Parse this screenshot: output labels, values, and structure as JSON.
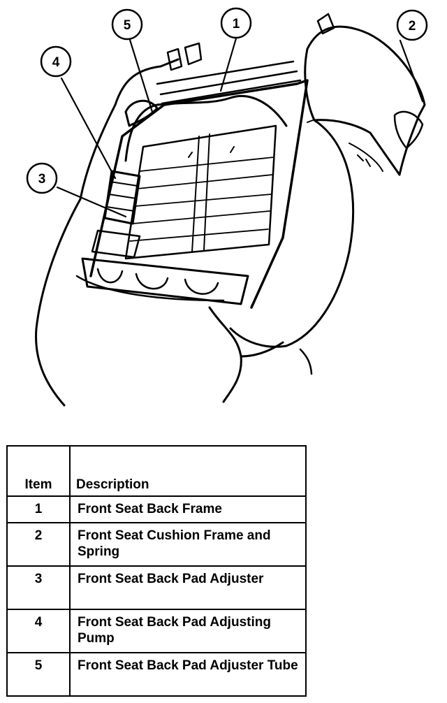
{
  "callouts": [
    {
      "id": "1",
      "label": "1"
    },
    {
      "id": "2",
      "label": "2"
    },
    {
      "id": "3",
      "label": "3"
    },
    {
      "id": "4",
      "label": "4"
    },
    {
      "id": "5",
      "label": "5"
    }
  ],
  "legend": {
    "header_item": "Item",
    "header_description": "Description",
    "rows": [
      {
        "item": "1",
        "description": "Front Seat Back Frame"
      },
      {
        "item": "2",
        "description": "Front Seat Cushion Frame and Spring"
      },
      {
        "item": "3",
        "description": "Front Seat Back Pad Adjuster"
      },
      {
        "item": "4",
        "description": "Front Seat Back Pad Adjusting Pump"
      },
      {
        "item": "5",
        "description": "Front Seat Back Pad Adjuster Tube"
      }
    ]
  }
}
